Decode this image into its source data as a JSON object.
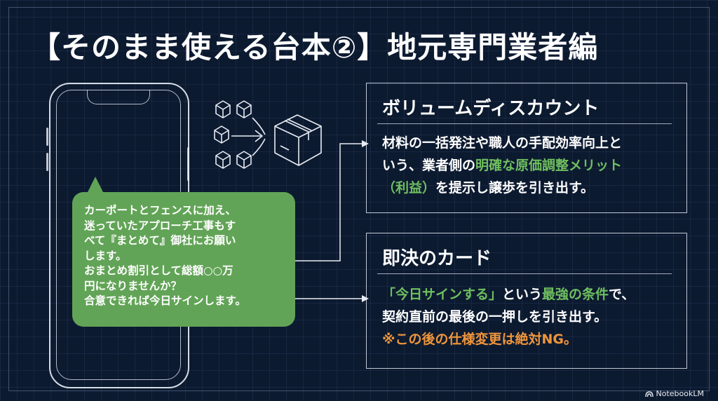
{
  "slide": {
    "title": "【そのまま使える台本②】地元専門業者編"
  },
  "bubble": {
    "lines": [
      "カーポートとフェンスに加え、",
      "迷っていたアプローチ工事もす",
      "べて『まとめて』御社にお願い",
      "します。",
      "おまとめ割引として総額○○万",
      "円になりませんか？",
      "合意できれば今日サインします。"
    ]
  },
  "panel_discount": {
    "title": "ボリュームディスカウント",
    "line1": "材料の一括発注や職人の手配効率向上と",
    "line2_pre": "いう、業者側の",
    "line2_hl": "明確な原価調整メリット",
    "line3_hl": "（利益）",
    "line3_post": "を提示し譲歩を引き出す。"
  },
  "panel_decision": {
    "title": "即決のカード",
    "line1_hl1": "「今日サインする」",
    "line1_mid": "という",
    "line1_hl2": "最強の条件",
    "line1_post": "で、",
    "line2": "契約直前の最後の一押しを引き出す。",
    "line3": "※この後の仕様変更は絶対NG。"
  },
  "branding": {
    "logo_text": "NotebookLM"
  },
  "colors": {
    "background": "#0c1a30",
    "bubble": "#62a457",
    "highlight_green": "#6fbf5f",
    "highlight_orange": "#f0953a"
  }
}
